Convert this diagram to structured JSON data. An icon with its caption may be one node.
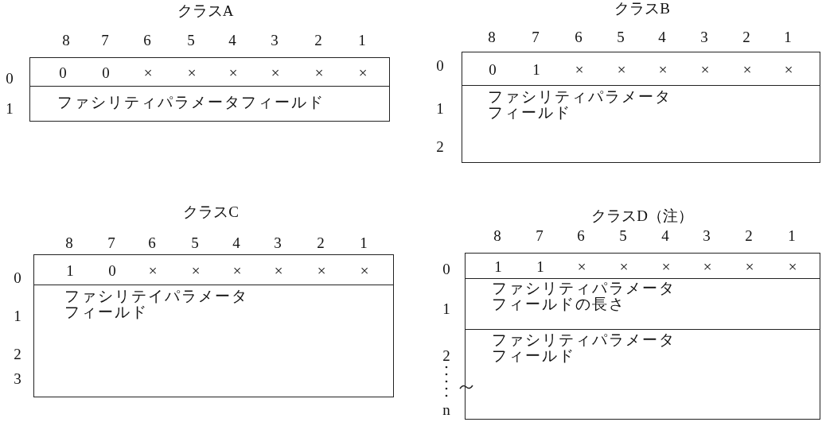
{
  "diagram": {
    "nodes": [
      {
        "text": [
          "クラスA"
        ]
      },
      {
        "text": [
          "0",
          "0",
          "×",
          "×",
          "×",
          "×",
          "×",
          "×"
        ],
        "in": 0
      },
      {
        "text": [
          "ファシリティパラメータフィールド"
        ],
        "in": 0
      },
      {
        "text": [
          "クラスB"
        ]
      },
      {
        "text": [
          "0",
          "1",
          "×",
          "×",
          "×",
          "×",
          "×",
          "×"
        ],
        "in": 3
      },
      {
        "text": [
          "ファシリティパラメータフィールド"
        ],
        "in": 3
      },
      {
        "text": [
          "クラスC"
        ]
      },
      {
        "text": [
          "1",
          "0",
          "×",
          "×",
          "×",
          "×",
          "×",
          "×"
        ],
        "in": 6
      },
      {
        "text": [
          "ファシリテイパラメータフィールド"
        ],
        "in": 6
      },
      {
        "text": [
          "クラスD（注）"
        ]
      },
      {
        "text": [
          "1",
          "1",
          "×",
          "×",
          "×",
          "×",
          "×",
          "×"
        ],
        "in": 9
      },
      {
        "text": [
          "ファシリティパラメータフィールドの長さ"
        ],
        "in": 9
      },
      {
        "text": [
          "ファシリティパラメータフィールド"
        ],
        "in": 9
      }
    ],
    "labels": [
      "8",
      "7",
      "6",
      "5",
      "4",
      "3",
      "2",
      "1",
      "0",
      "1",
      "8",
      "7",
      "6",
      "5",
      "4",
      "3",
      "2",
      "1",
      "0",
      "1",
      "2",
      "8",
      "7",
      "6",
      "5",
      "4",
      "3",
      "2",
      "1",
      "0",
      "1",
      "2",
      "3",
      "8",
      "7",
      "6",
      "5",
      "4",
      "3",
      "2",
      "1",
      "0",
      "1",
      "2",
      "n"
    ]
  }
}
